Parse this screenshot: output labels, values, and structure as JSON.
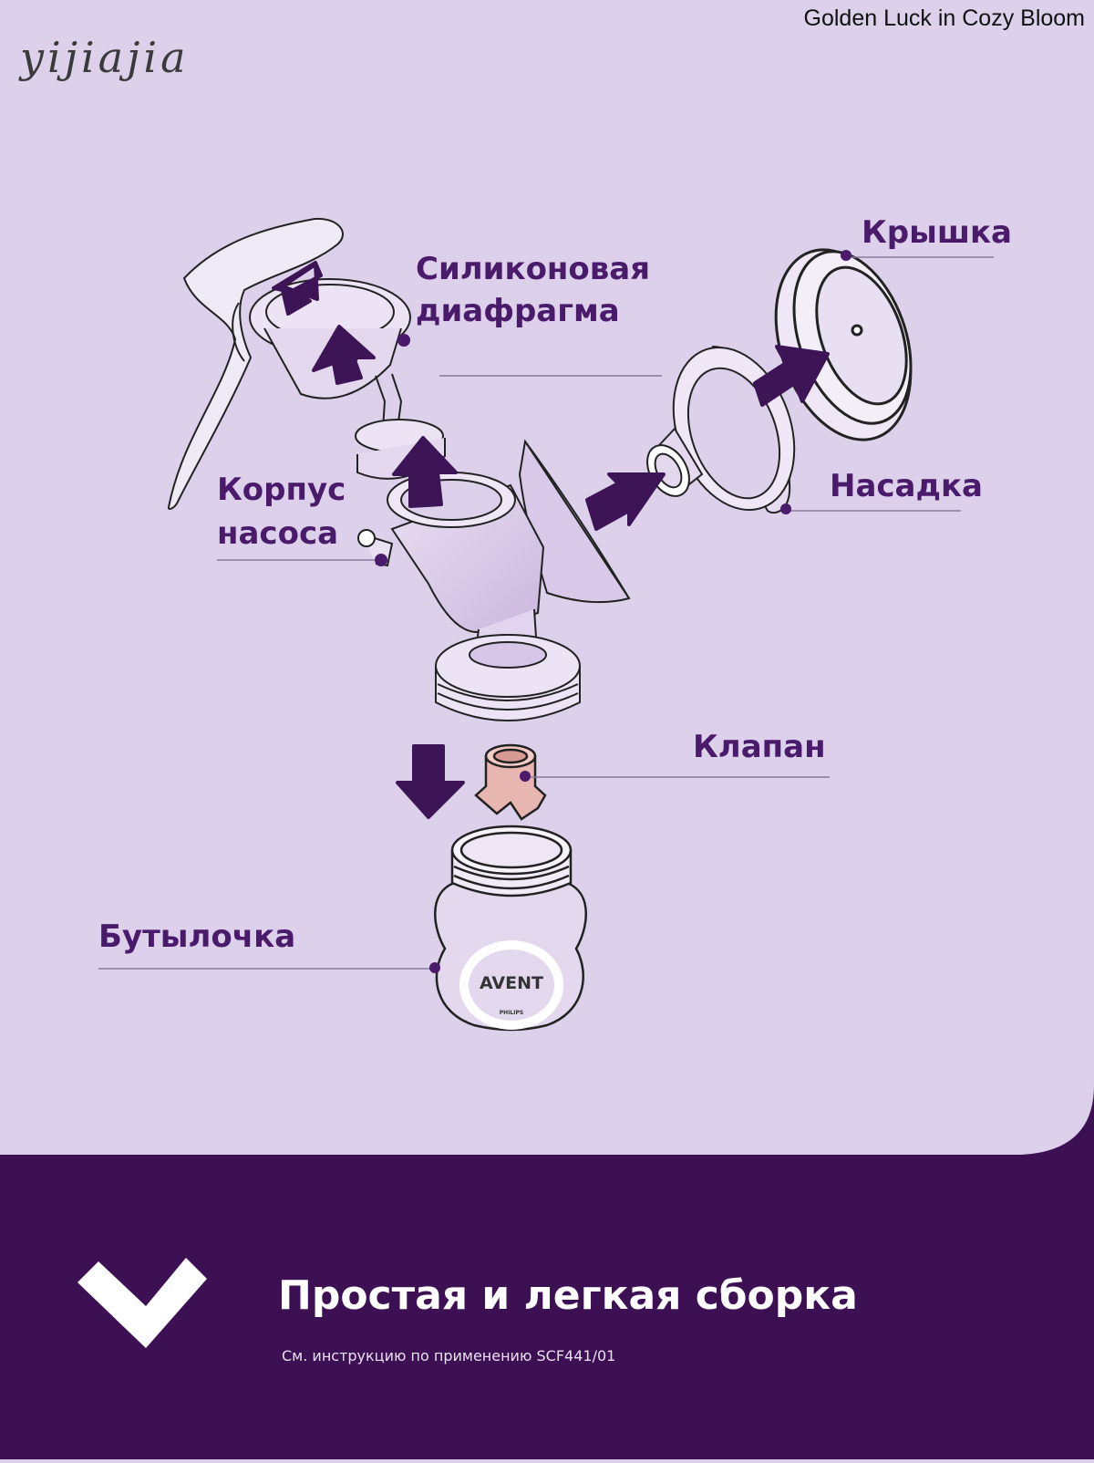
{
  "brand": "yijiajia",
  "watermark": "Golden Luck in Cozy Bloom",
  "labels": {
    "diaphragm_line1": "Силиконовая",
    "diaphragm_line2": "диафрагма",
    "cap": "Крышка",
    "body_line1": "Корпус",
    "body_line2": "насоса",
    "nozzle": "Насадка",
    "valve": "Клапан",
    "bottle": "Бутылочка"
  },
  "bottle_logo": "AVENT",
  "bottle_sublogo": "PHILIPS",
  "footer": {
    "title": "Простая и легкая сборка",
    "note": "См. инструкцию по применению SCF441/01"
  },
  "colors": {
    "background": "#dcd0ea",
    "footer": "#3d1054",
    "label": "#4a1a6b",
    "arrow": "#3d1456",
    "leader": "#8a7aa0",
    "valve": "#e8b6b0"
  },
  "icons": {
    "check": "checkmark-icon"
  }
}
